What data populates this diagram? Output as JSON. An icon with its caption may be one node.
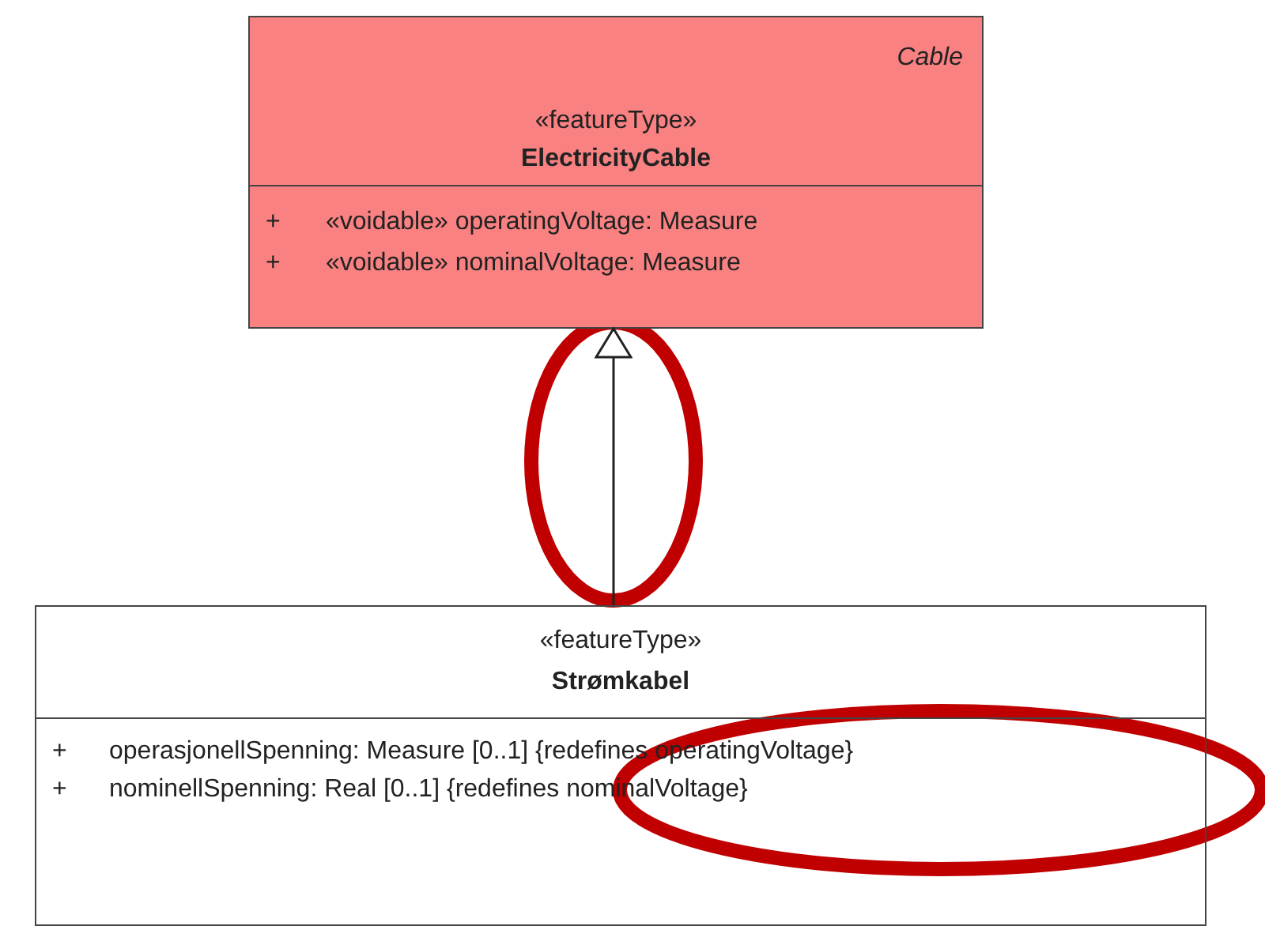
{
  "diagram": {
    "nodes": [
      {
        "text": [
          "Cable",
          "«featureType»",
          "ElectricityCable",
          "+",
          "«voidable» operatingVoltage: Measure",
          "+",
          "«voidable» nominalVoltage: Measure"
        ]
      },
      {
        "text": [
          "«featureType»",
          "Strømkabel",
          "+",
          "operasjonellSpenning: Measure [0..1] {redefines operatingVoltage}",
          "+",
          "nominellSpenning: Real [0..1] {redefines nominalVoltage}"
        ]
      }
    ],
    "edges": [
      {
        "from": 1,
        "to": 0,
        "arrow": "to"
      }
    ]
  }
}
